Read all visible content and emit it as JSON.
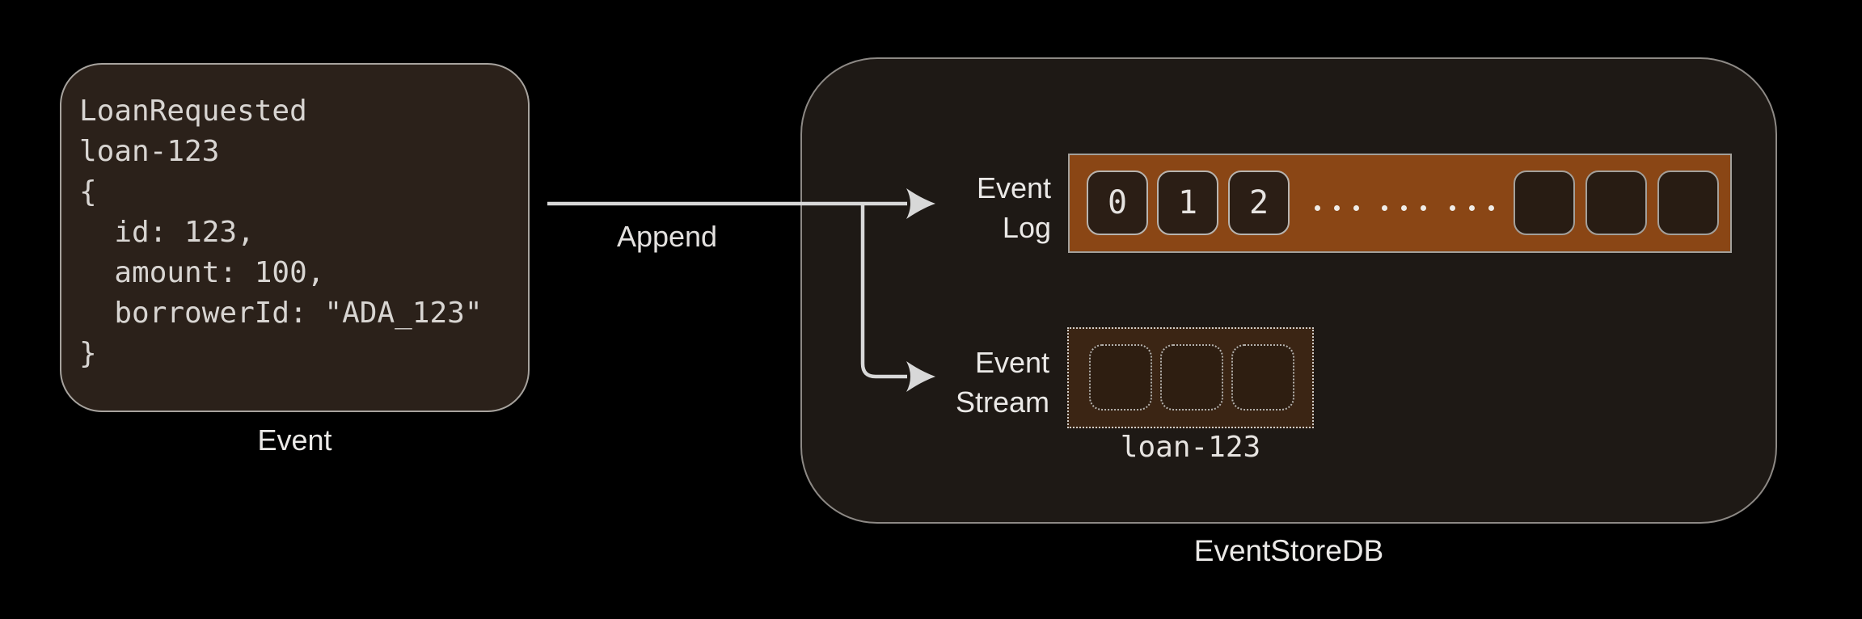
{
  "colors": {
    "background": "#000000",
    "event_card_fill": "#2b211a",
    "event_card_border": "#a7a39e",
    "container_fill": "#1e1915",
    "container_border": "#8d8985",
    "log_bar_fill": "#8a4615",
    "log_cell_fill": "#2b1e15",
    "stream_box_fill": "#3b2514",
    "arrow": "#d8d8d8",
    "label_text": "#ebe9e7",
    "code_text": "#d8d5d2"
  },
  "event_card": {
    "code": "LoanRequested\nloan-123\n{\n  id: 123,\n  amount: 100,\n  borrowerId: \"ADA_123\"\n}",
    "caption": "Event"
  },
  "append_arrow": {
    "label": "Append"
  },
  "event_store": {
    "caption": "EventStoreDB",
    "event_log": {
      "label_line1": "Event",
      "label_line2": "Log",
      "cells": [
        "0",
        "1",
        "2"
      ],
      "ellipsis_dot_groups": 3,
      "dots_per_group": 3,
      "empty_cell_count": 3
    },
    "event_stream": {
      "label_line1": "Event",
      "label_line2": "Stream",
      "placeholder_cell_count": 3,
      "caption": "loan-123"
    }
  }
}
